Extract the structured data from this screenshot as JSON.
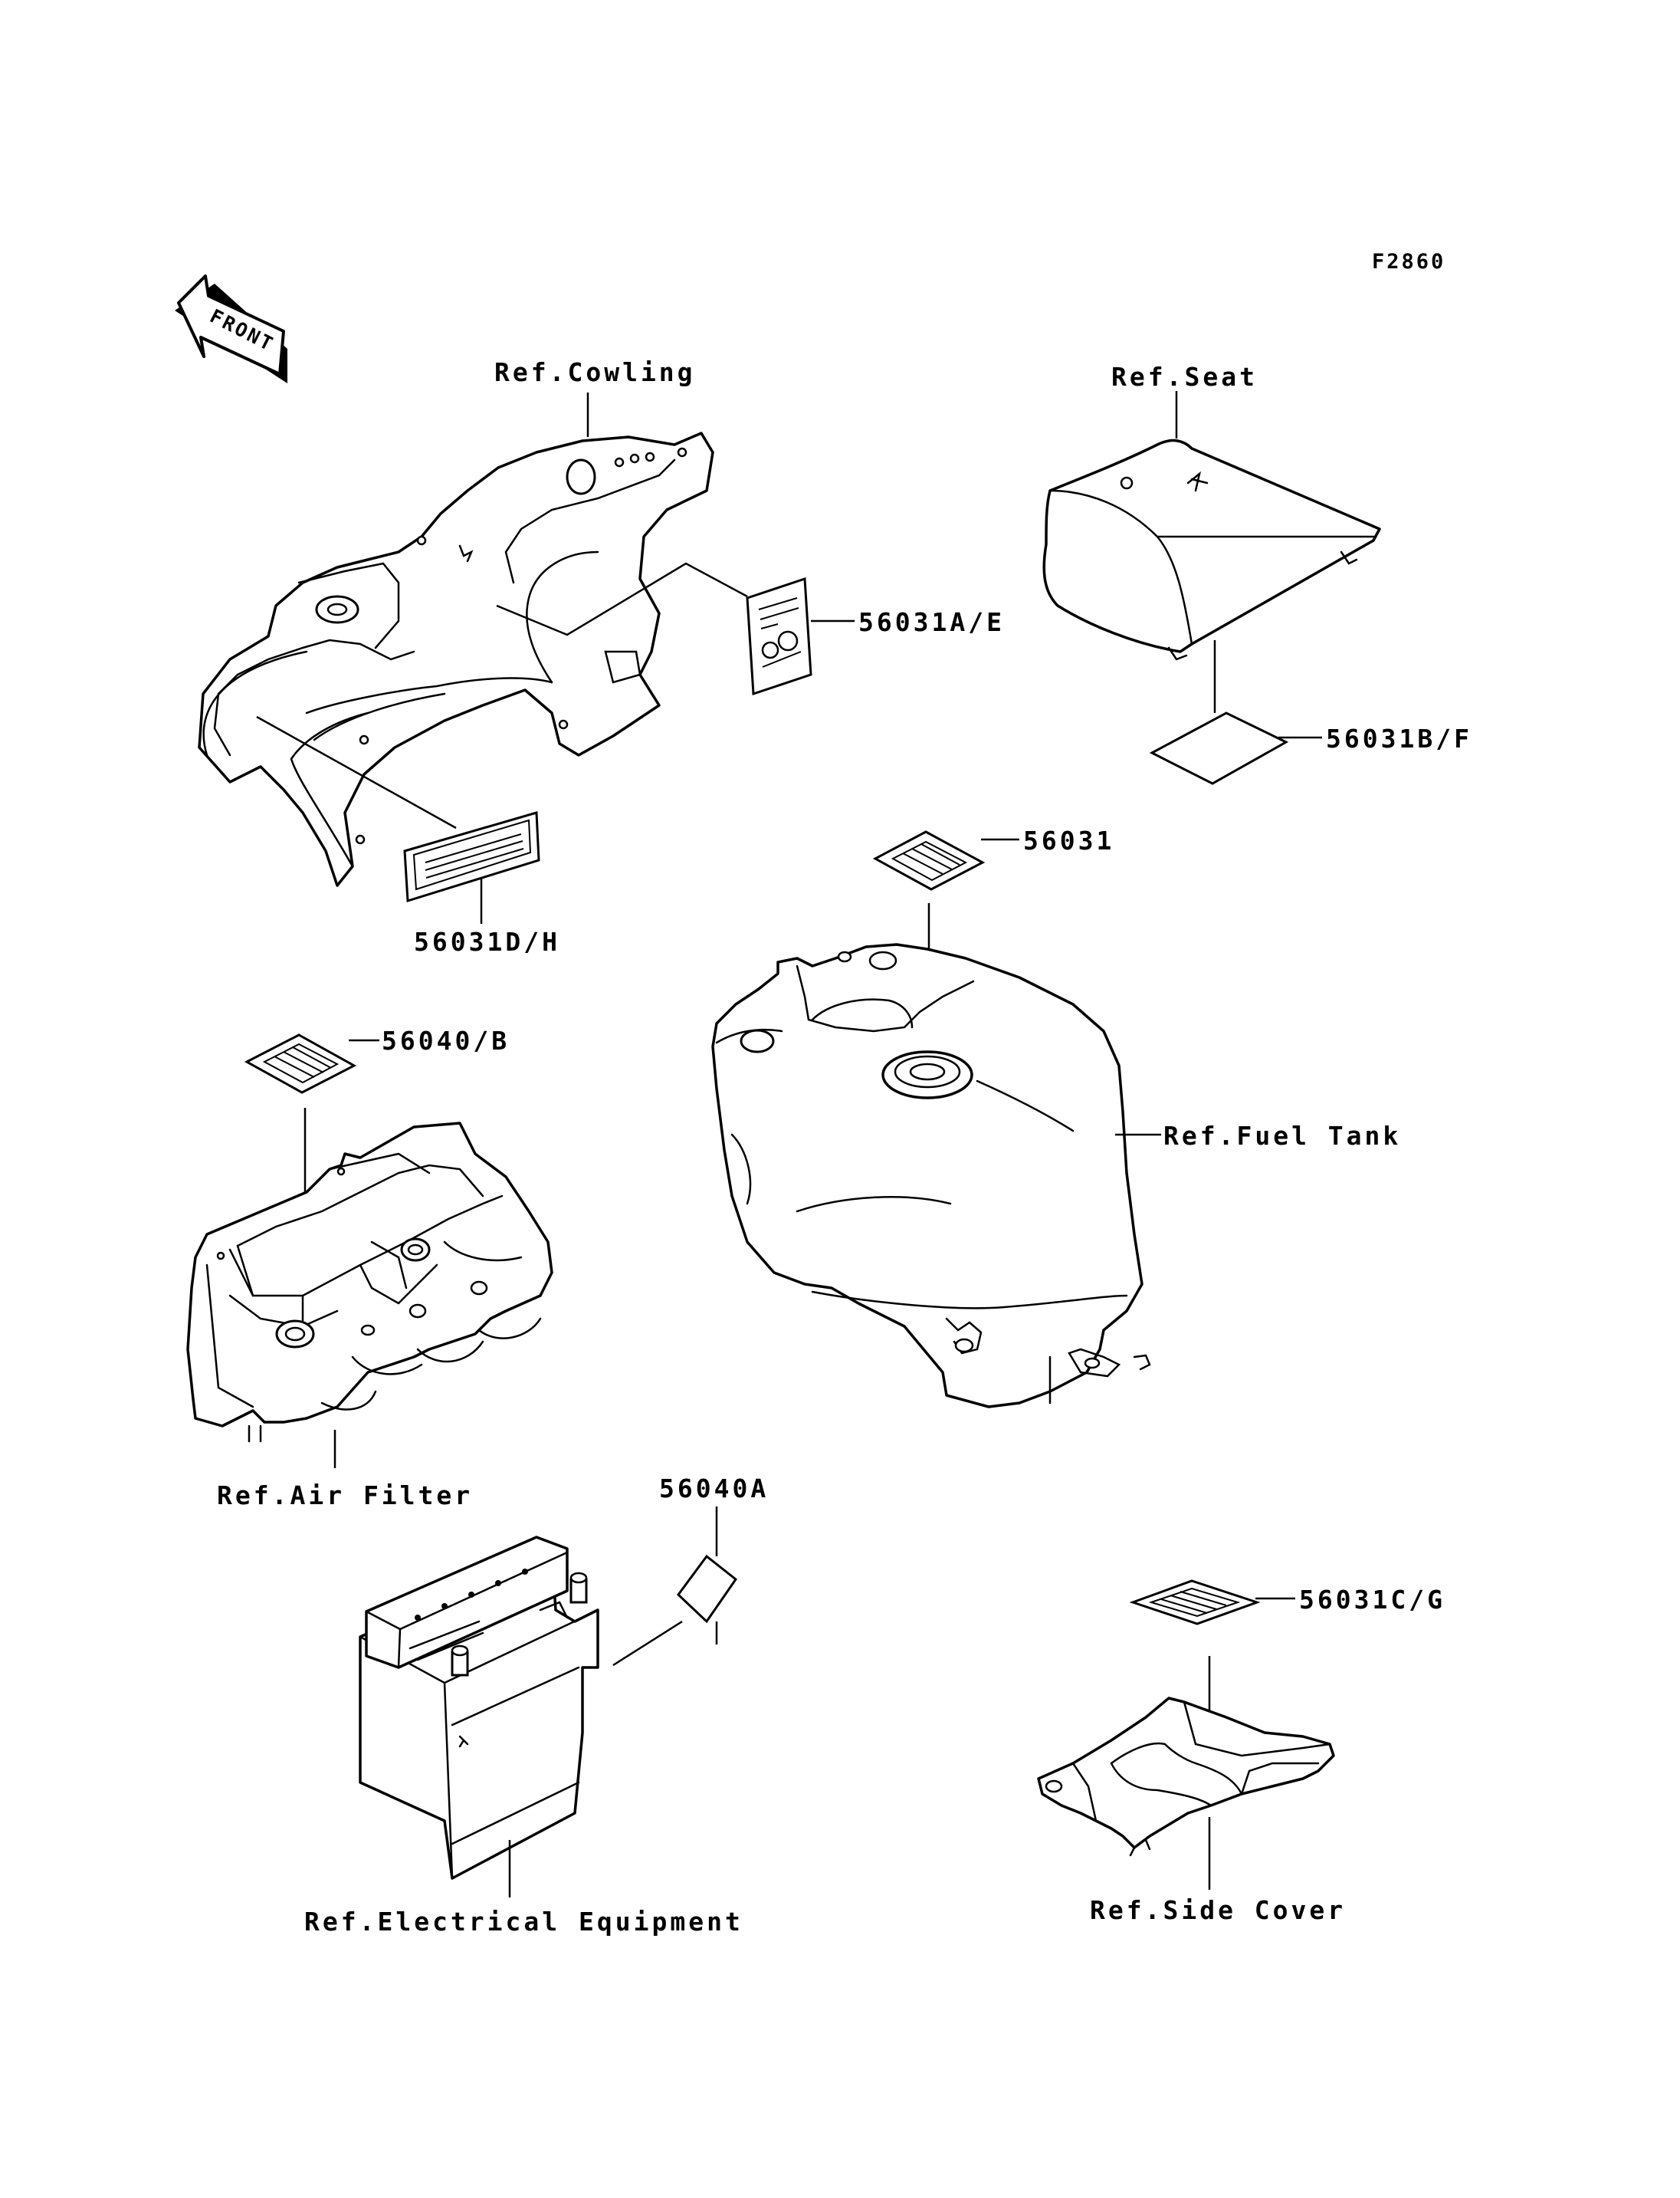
{
  "figure_id": "F2860",
  "front_indicator": "FRONT",
  "references": {
    "cowling": "Ref.Cowling",
    "seat": "Ref.Seat",
    "fuel_tank": "Ref.Fuel Tank",
    "air_filter": "Ref.Air Filter",
    "electrical_equipment": "Ref.Electrical Equipment",
    "side_cover": "Ref.Side Cover"
  },
  "parts": {
    "cowling_label": "56031A/E",
    "cowling_plate": "56031D/H",
    "seat_label": "56031B/F",
    "fuel_tank_label": "56031",
    "air_filter_label": "56040/B",
    "battery_label": "56040A",
    "side_cover_label": "56031C/G"
  }
}
